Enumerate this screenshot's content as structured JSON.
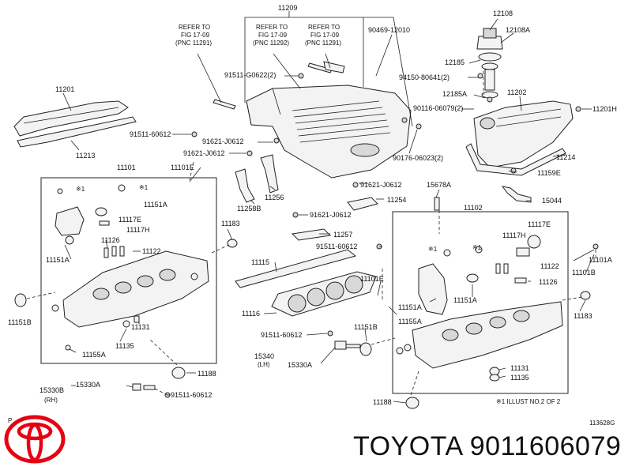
{
  "labels": {
    "l11209": "11209",
    "refer1_1": "REFER TO",
    "refer1_2": "FIG 17-09",
    "refer1_3": "(PNC 11291)",
    "refer2_1": "REFER TO",
    "refer2_2": "FIG 17-09",
    "refer2_3": "(PNC 11292)",
    "refer3_1": "REFER TO",
    "refer3_2": "FIG 17-09",
    "refer3_3": "(PNC 11291)",
    "l90469": "90469-12010",
    "l12108": "12108",
    "l12108A": "12108A",
    "l11201": "11201",
    "l11213": "11213",
    "l91511g": "91511-G0622(2)",
    "l12185": "12185",
    "l94150": "94150-80641(2)",
    "l12185A": "12185A",
    "l11202": "11202",
    "l90116": "90116-06079(2)",
    "l11201H": "11201H",
    "l91511a": "91511-60612",
    "l91621a": "91621-J0612",
    "l91621b": "91621-J0612",
    "l90176": "90176-06023(2)",
    "l11214": "11214",
    "l11101": "11101",
    "l11101E": "11101E",
    "l11159E": "11159E",
    "l15044": "15044",
    "l91621c": "91621-J0612",
    "l15678A": "15678A",
    "l11256": "11256",
    "l11254": "11254",
    "l11258B": "11258B",
    "l11151A": "11151A",
    "l11117E": "11117E",
    "l11117H": "11117H",
    "l91621d": "91621-J0612",
    "l11102": "11102",
    "l11183": "11183",
    "l11257": "11257",
    "l11126": "11126",
    "l11122": "11122",
    "l11151Al": "11151A",
    "l91511b": "91511-60612",
    "l11117Er": "11117E",
    "l11117Hr": "11117H",
    "l11101A": "11101A",
    "l11122r": "11122",
    "l11101B": "11101B",
    "l11115": "11115",
    "l11101Em": "11101E",
    "l11126r": "11126",
    "l11151Am": "11151A",
    "l11151Ar": "11151A",
    "l11116": "11116",
    "l11155A": "11155A",
    "l11183r": "11183",
    "l11131": "11131",
    "l11135": "11135",
    "l11151B": "11151B",
    "l11151Bm": "11151B",
    "l91511c": "91511-60612",
    "l15340": "15340",
    "l15340lh": "(LH)",
    "l15330A": "15330A",
    "l11155Al": "11155A",
    "l11131r": "11131",
    "l11135r": "11135",
    "l11188": "11188",
    "l15330B": "15330B",
    "l15330Bsub": "(RH)",
    "l15330Al": "15330A",
    "l91511d": "91511-60612",
    "l11188r": "11188",
    "note": "※1 ILLUST NO.2 OF 2",
    "mark1": "※1",
    "mark2": "※1",
    "mark3": "※1",
    "mark4": "※1",
    "p": "P",
    "fig": "113628G"
  },
  "brand": "TOYOTA 9011606079",
  "colors": {
    "ink": "#111111",
    "logo_red": "#e60012"
  }
}
